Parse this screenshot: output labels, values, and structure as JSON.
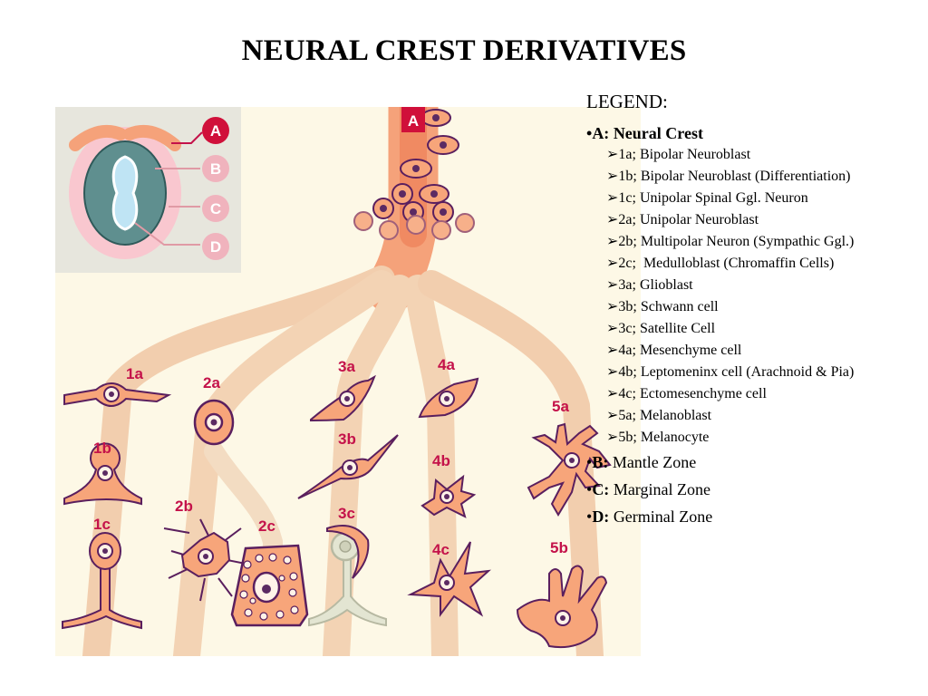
{
  "title": "NEURAL CREST DERIVATIVES",
  "legend": {
    "heading": "LEGEND",
    "heading_suffix": ":",
    "bullet": "•",
    "arrow": "➢",
    "a_key": "A:",
    "a_text": "Neural Crest",
    "items": [
      "1a; Bipolar Neuroblast",
      "1b; Bipolar Neuroblast (Differentiation)",
      "1c; Unipolar Spinal Ggl. Neuron",
      "2a; Unipolar Neuroblast",
      "2b; Multipolar Neuron (Sympathic Ggl.)",
      "2c;  Medulloblast (Chromaffin Cells)",
      "3a; Glioblast",
      "3b; Schwann cell",
      "3c; Satellite Cell",
      "4a; Mesenchyme cell",
      "4b; Leptomeninx cell (Arachnoid & Pia)",
      "4c; Ectomesenchyme cell",
      "5a; Melanoblast",
      "5b; Melanocyte"
    ],
    "zones": [
      {
        "key": "B:",
        "text": "Mantle Zone"
      },
      {
        "key": "C:",
        "text": "Marginal Zone"
      },
      {
        "key": "D:",
        "text": "Germinal Zone"
      }
    ]
  },
  "figure": {
    "inset_labels": [
      "A",
      "B",
      "C",
      "D"
    ],
    "top_label": "A",
    "cell_labels": {
      "l1a": "1a",
      "l1b": "1b",
      "l1c": "1c",
      "l2a": "2a",
      "l2b": "2b",
      "l2c": "2c",
      "l3a": "3a",
      "l3b": "3b",
      "l3c": "3c",
      "l4a": "4a",
      "l4b": "4b",
      "l4c": "4c",
      "l5a": "5a",
      "l5b": "5b"
    },
    "colors": {
      "background": "#fdf8e6",
      "branch": "#f2dcbd",
      "crest": "#f5a27a",
      "cell_fill": "#f7a57a",
      "cell_outline": "#5a1f5e",
      "nucleus": "#5b2a63",
      "label": "#c4124a",
      "inset_bg": "#e7e6dd",
      "inset_teal": "#5f8f8f",
      "inset_blue": "#bfe4f4"
    }
  }
}
